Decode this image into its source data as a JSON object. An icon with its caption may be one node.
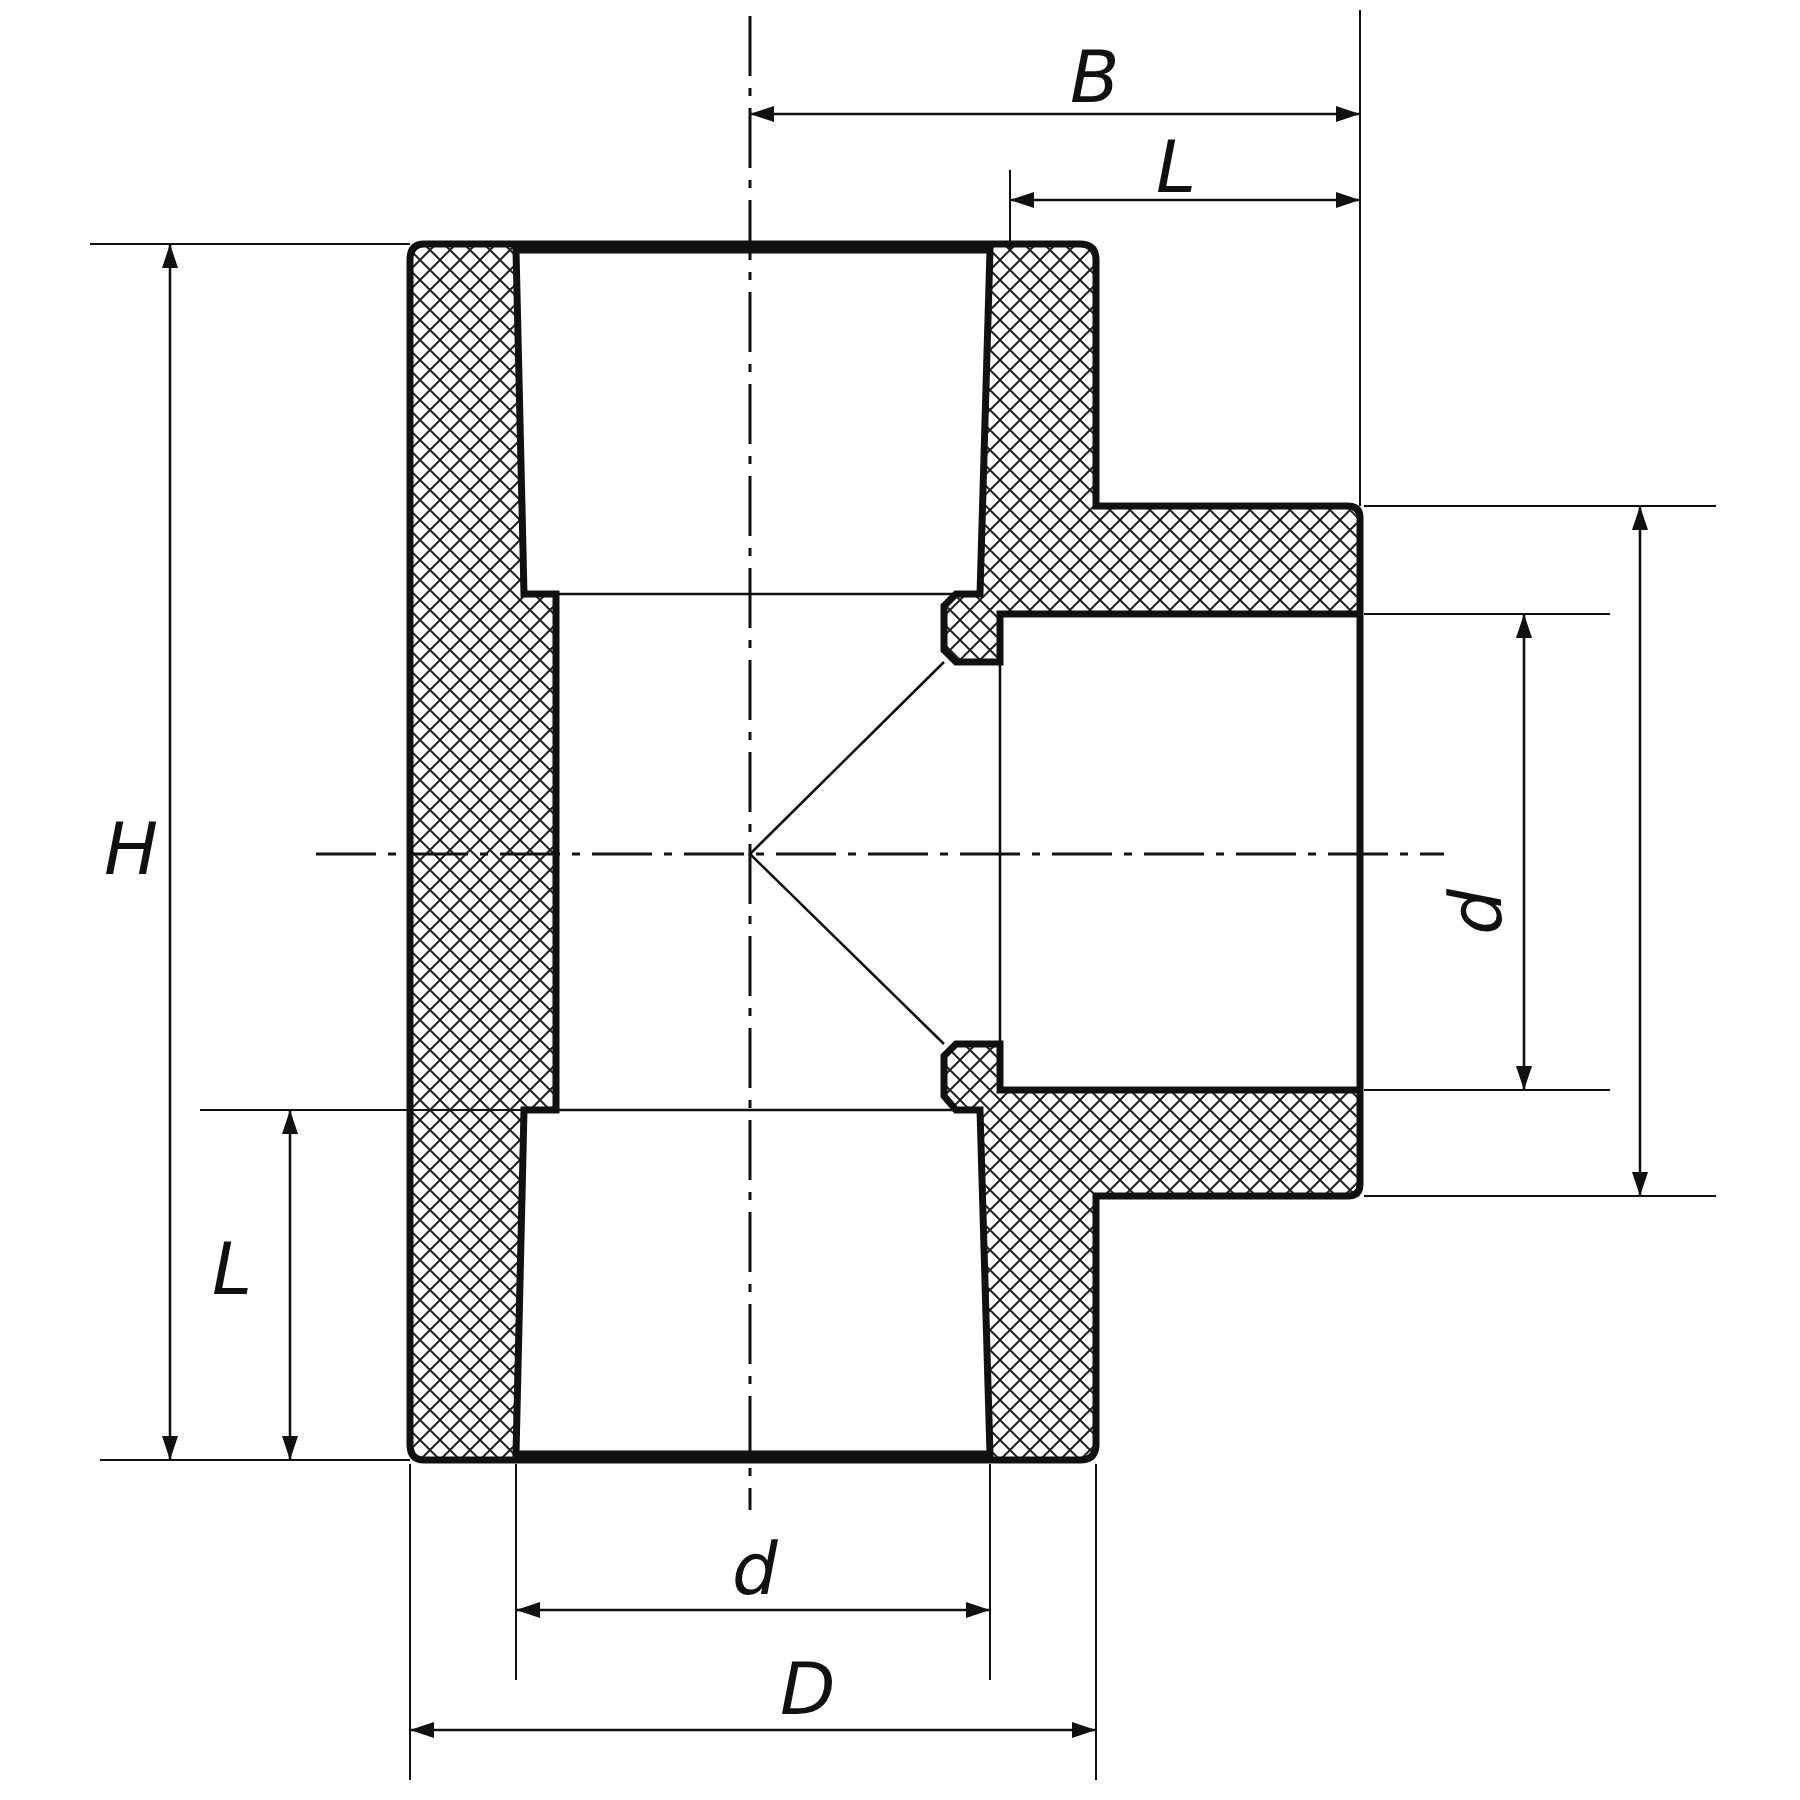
{
  "diagram": {
    "labels": [
      "B",
      "L",
      "H",
      "d",
      "L",
      "d",
      "D"
    ]
  }
}
